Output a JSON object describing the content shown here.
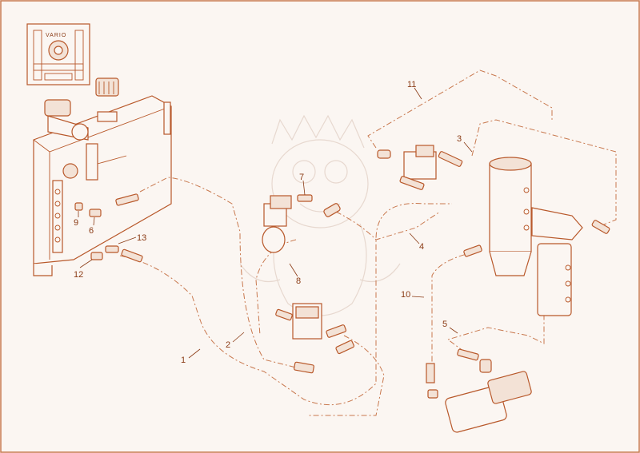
{
  "logo": {
    "text": "VARIO",
    "icon": "vario-logo-icon"
  },
  "callouts": [
    {
      "id": "1",
      "label": "1"
    },
    {
      "id": "2",
      "label": "2"
    },
    {
      "id": "3",
      "label": "3"
    },
    {
      "id": "4",
      "label": "4"
    },
    {
      "id": "5",
      "label": "5"
    },
    {
      "id": "6",
      "label": "6"
    },
    {
      "id": "7",
      "label": "7"
    },
    {
      "id": "8",
      "label": "8"
    },
    {
      "id": "9",
      "label": "9"
    },
    {
      "id": "10",
      "label": "10"
    },
    {
      "id": "11",
      "label": "11"
    },
    {
      "id": "12",
      "label": "12"
    },
    {
      "id": "13",
      "label": "13"
    }
  ],
  "colors": {
    "line": "#c8784e",
    "part": "#b8582a",
    "text": "#8a3a14",
    "background": "#fbf6f2"
  }
}
